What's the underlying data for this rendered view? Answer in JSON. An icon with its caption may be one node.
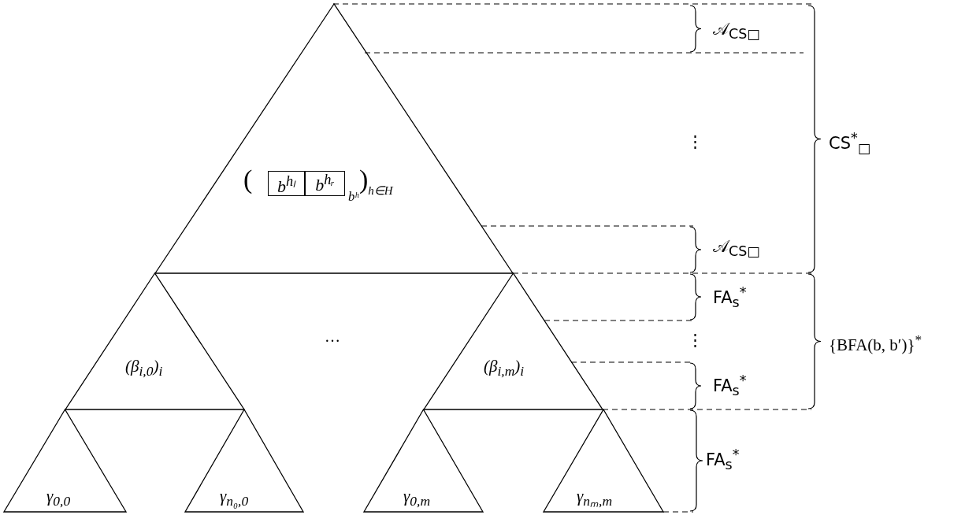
{
  "diagram": {
    "nodes": [
      {
        "text": [
          "(",
          "$_{bʰ}$",
          ")$_{h∈H}$"
        ]
      },
      {
        "text": [
          "b$^{hₗ}$"
        ],
        "in": 0
      },
      {
        "text": [
          "b$^{hᵣ}$"
        ],
        "in": 0
      },
      {
        "text": [
          "(β$_{i,0}$)$_{i}$"
        ]
      },
      {
        "text": [
          "(β$_{i,m}$)$_{i}$"
        ]
      },
      {
        "text": [
          "γ$_{0,0}$"
        ]
      },
      {
        "text": [
          "γ$_{n₀,0}$"
        ]
      },
      {
        "text": [
          "γ$_{0,m}$"
        ]
      },
      {
        "text": [
          "γ$_{nₘ,m}$"
        ]
      }
    ],
    "labels": [
      "𝒜$_{CS□}$",
      "⋮",
      "CS$^{*}$$_{□}$",
      "𝒜$_{CS□}$",
      "FA$_{s}$$^{*}$",
      "…",
      "⋮",
      "{BFA(b, b′)}$^{*}$",
      "FA$_{s}$$^{*}$",
      "FA$_{s}$$^{*}$"
    ]
  }
}
